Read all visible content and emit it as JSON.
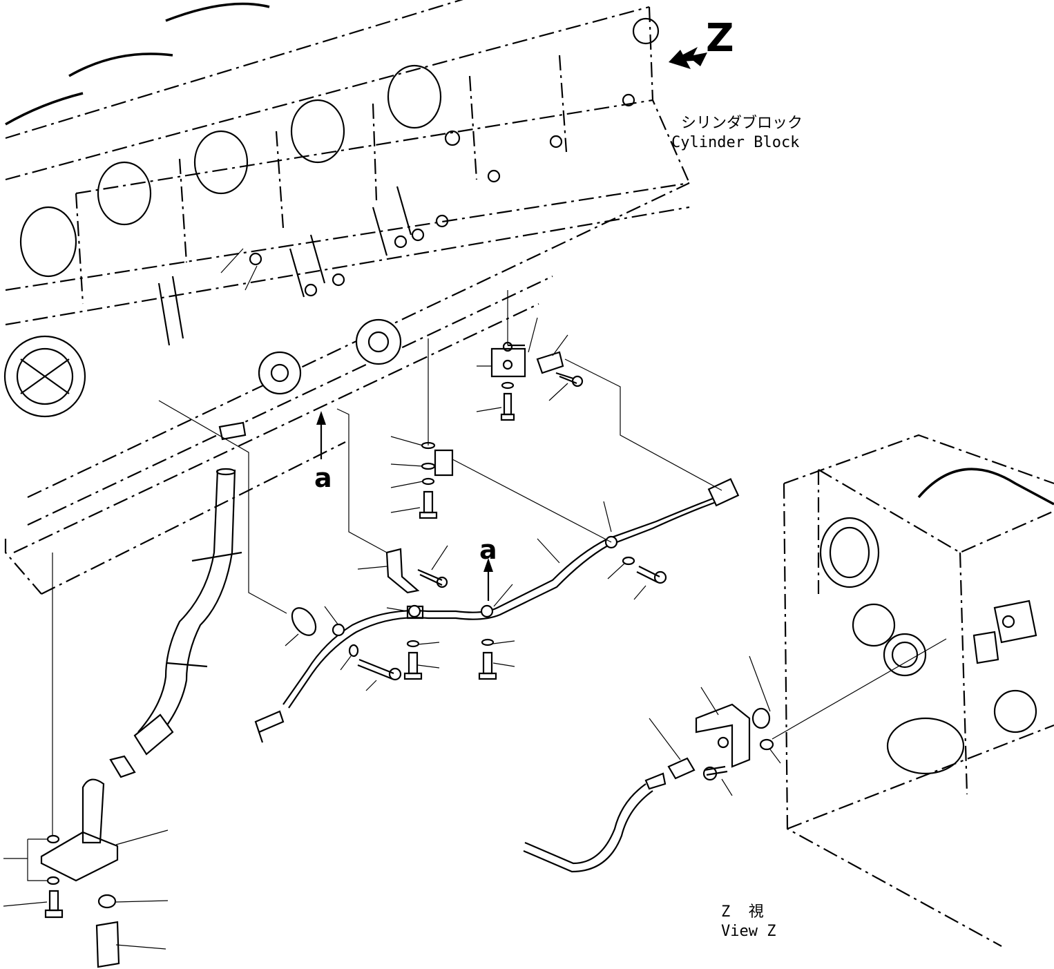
{
  "labels": {
    "view_arrow_letter": "Z",
    "cylinder_block_jp": "シリンダブロック",
    "cylinder_block_en": "Cylinder Block",
    "ref_a_upper": "a",
    "ref_a_lower": "a",
    "view_z_jp": "Z  視",
    "view_z_en": "View Z"
  }
}
